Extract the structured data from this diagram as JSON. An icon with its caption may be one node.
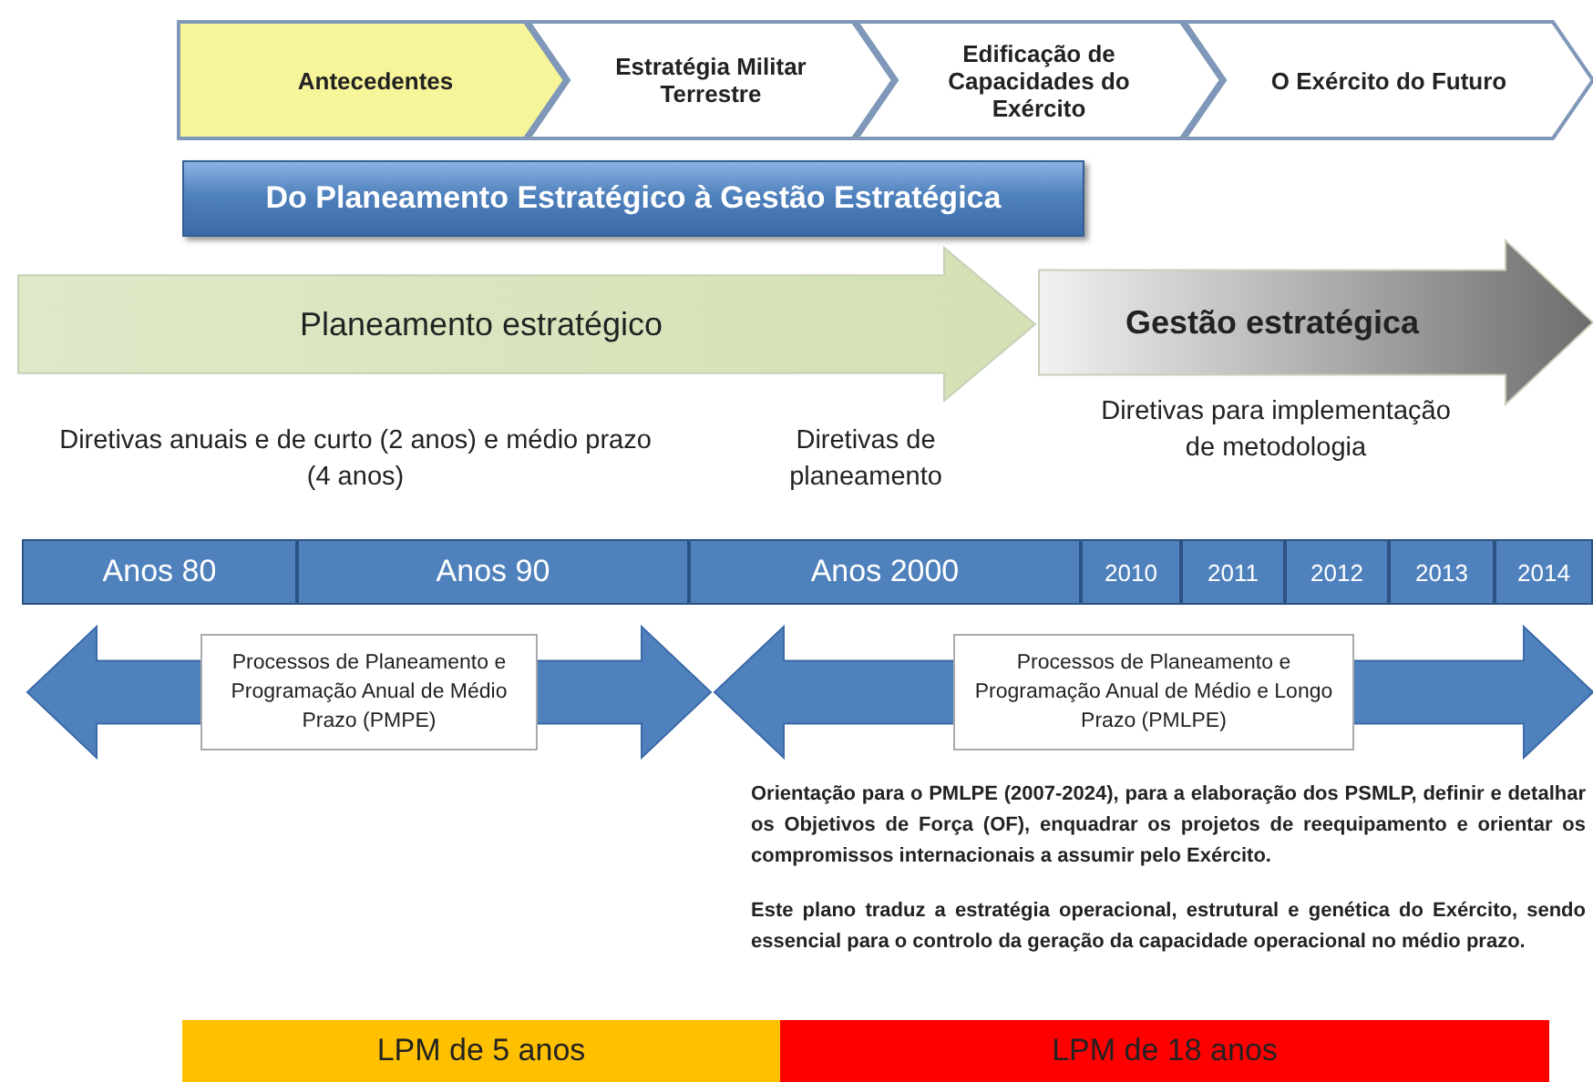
{
  "diagram": {
    "nodes": [
      {
        "text": [
          "Antecedentes"
        ]
      },
      {
        "text": [
          "Estratégia Militar Terrestre"
        ]
      },
      {
        "text": [
          "Edificação de Capacidades do Exército"
        ]
      },
      {
        "text": [
          "O Exército do Futuro"
        ]
      },
      {
        "text": [
          "Do Planeamento Estratégico à Gestão Estratégica"
        ]
      },
      {
        "text": [
          "Planeamento estratégico"
        ]
      },
      {
        "text": [
          "Gestão estratégica"
        ]
      },
      {
        "text": [
          "Anos 80"
        ]
      },
      {
        "text": [
          "Anos 90"
        ]
      },
      {
        "text": [
          "Anos 2000"
        ]
      },
      {
        "text": [
          "2010"
        ]
      },
      {
        "text": [
          "2011"
        ]
      },
      {
        "text": [
          "2012"
        ]
      },
      {
        "text": [
          "2013"
        ]
      },
      {
        "text": [
          "2014"
        ]
      },
      {
        "text": [
          "Processos de Planeamento e Programação Anual de Médio Prazo (PMPE)"
        ]
      },
      {
        "text": [
          "Processos de Planeamento e Programação Anual de Médio e Longo Prazo (PMLPE)"
        ]
      },
      {
        "text": [
          "LPM de 5 anos"
        ]
      },
      {
        "text": [
          "LPM de 18 anos"
        ]
      }
    ],
    "edges": [],
    "labels": [
      "Diretivas anuais e de curto (2 anos) e médio prazo (4 anos)",
      "Diretivas de planeamento",
      "Diretivas para implementação de metodologia",
      "Orientação para o PMLPE (2007-2024), para a elaboração dos PSMLP, definir e detalhar os Objetivos de Força (OF), enquadrar os projetos de reequipamento e orientar os compromissos internacionais a assumir pelo Exército.",
      "Este plano traduz a estratégia operacional, estrutural e genética do Exército, sendo essencial para o controlo da geração da capacidade operacional no médio prazo."
    ]
  }
}
